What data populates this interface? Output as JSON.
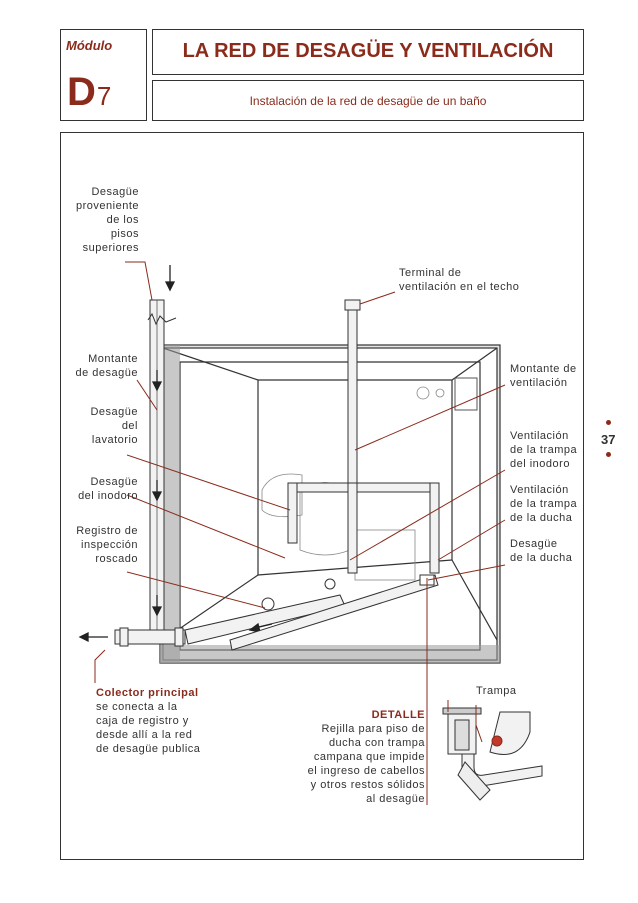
{
  "header": {
    "module_label": "Módulo",
    "module_code": "D",
    "module_number": "7",
    "title": "LA RED DE DESAGÜE Y VENTILACIÓN",
    "subtitle": "Instalación de la red de desagüe de un baño"
  },
  "page_number": "37",
  "accent_color": "#8a2b1c",
  "labels": {
    "desague_pisos": [
      "Desagüe",
      "proveniente",
      "de los",
      "pisos",
      "superiores"
    ],
    "terminal": [
      "Terminal de",
      "ventilación en el techo"
    ],
    "montante_desague": [
      "Montante",
      "de desagüe"
    ],
    "montante_ventilacion": [
      "Montante de",
      "ventilación"
    ],
    "desague_lavatorio": [
      "Desagüe",
      "del",
      "lavatorio"
    ],
    "ventilacion_inodoro": [
      "Ventilación",
      "de la trampa",
      "del inodoro"
    ],
    "desague_inodoro": [
      "Desagüe",
      "del inodoro"
    ],
    "ventilacion_ducha": [
      "Ventilación",
      "de la trampa",
      "de la ducha"
    ],
    "registro": [
      "Registro de",
      "inspección",
      "roscado"
    ],
    "desague_ducha": [
      "Desagüe",
      "de la ducha"
    ],
    "colector_title": "Colector principal",
    "colector_text": [
      "se conecta  a la",
      "caja de registro y",
      "desde allí a la red",
      "de desagüe publica"
    ],
    "trampa": "Trampa",
    "detalle_title": "DETALLE",
    "detalle_text": [
      "Rejilla para piso de",
      "ducha con trampa",
      "campana que impide",
      "el ingreso de cabellos",
      "y otros restos sólidos",
      "al desagüe"
    ]
  }
}
